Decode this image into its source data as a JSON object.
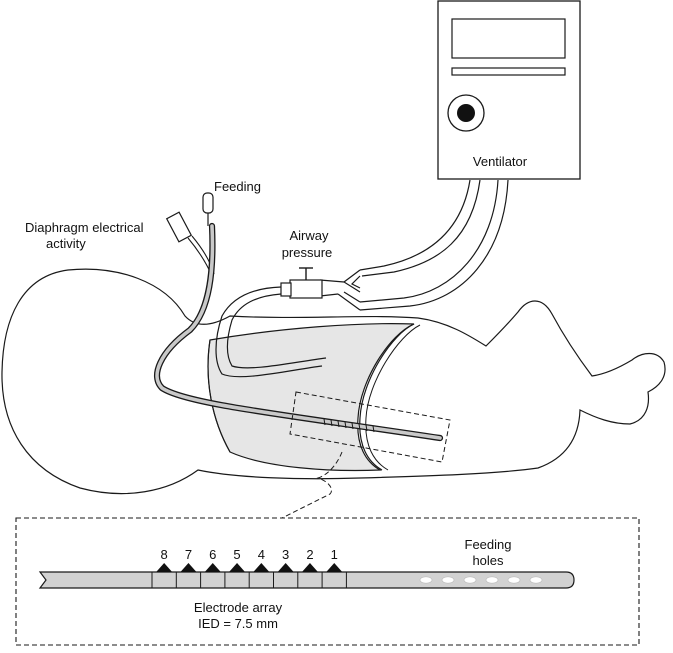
{
  "labels": {
    "ventilator": "Ventilator",
    "feeding": "Feeding",
    "diaphragm_line1": "Diaphragm electrical",
    "diaphragm_line2": "activity",
    "airway_line1": "Airway",
    "airway_line2": "pressure",
    "feeding_holes_line1": "Feeding",
    "feeding_holes_line2": "holes",
    "electrode_array": "Electrode array",
    "ied": "IED = 7.5 mm"
  },
  "electrodes": [
    "8",
    "7",
    "6",
    "5",
    "4",
    "3",
    "2",
    "1"
  ],
  "colors": {
    "line": "#1a1a1a",
    "tube_fill": "#c9c9c9",
    "chest_fill": "#e6e6e6",
    "background": "#ffffff"
  }
}
